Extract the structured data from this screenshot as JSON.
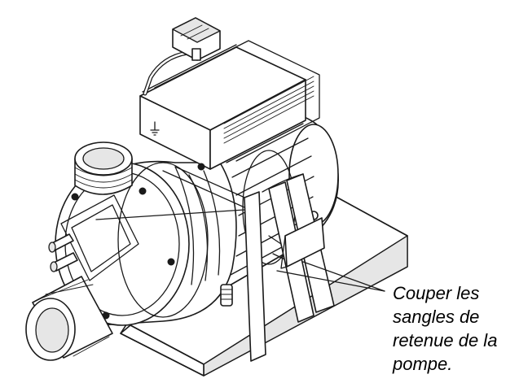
{
  "callout": {
    "lines": [
      "Couper les",
      "sangles de",
      "retenue de la",
      "pompe."
    ]
  }
}
